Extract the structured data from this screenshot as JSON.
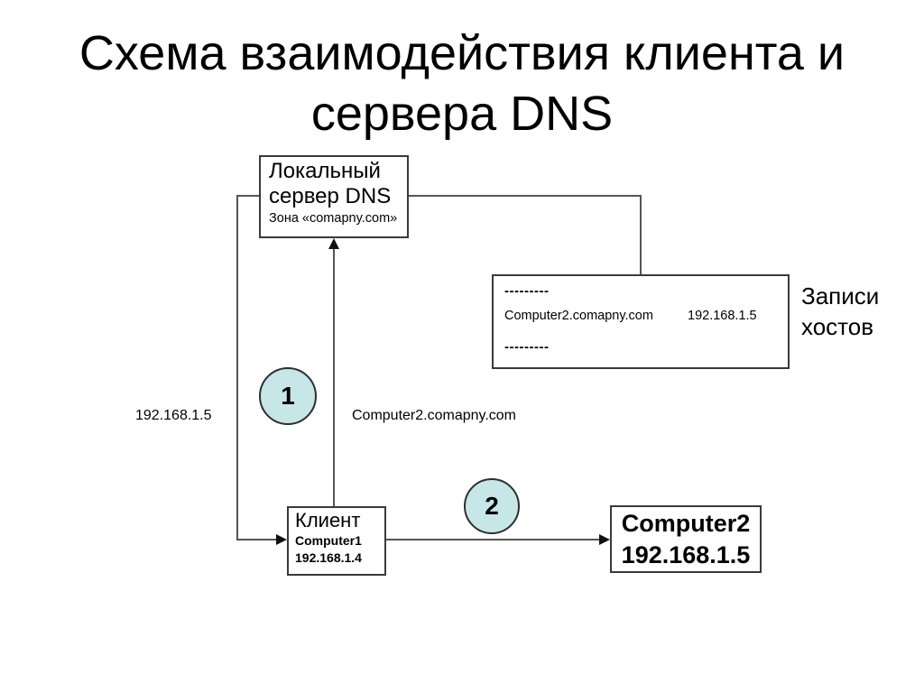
{
  "slide": {
    "title": "Схема взаимодействия клиента и сервера DNS"
  },
  "dns_server_box": {
    "title": "Локальный сервер DNS",
    "zone": "Зона «comapny.com»"
  },
  "records_box": {
    "dashes_top": "---------",
    "host_name": "Computer2.comapny.com",
    "host_ip": "192.168.1.5",
    "dashes_bottom": "---------"
  },
  "records_label": "Записи хостов",
  "steps": {
    "one": "1",
    "two": "2"
  },
  "labels": {
    "client_ip_response": "192.168.1.5",
    "dns_query": "Computer2.comapny.com"
  },
  "client_box": {
    "title": "Клиент",
    "host": "Computer1",
    "ip": "192.168.1.4"
  },
  "computer2_box": {
    "name": "Computer2",
    "ip": "192.168.1.5"
  },
  "colors": {
    "step_circle_fill": "#c6e6e8",
    "connector": "#555555",
    "border": "#3a3a3a"
  }
}
